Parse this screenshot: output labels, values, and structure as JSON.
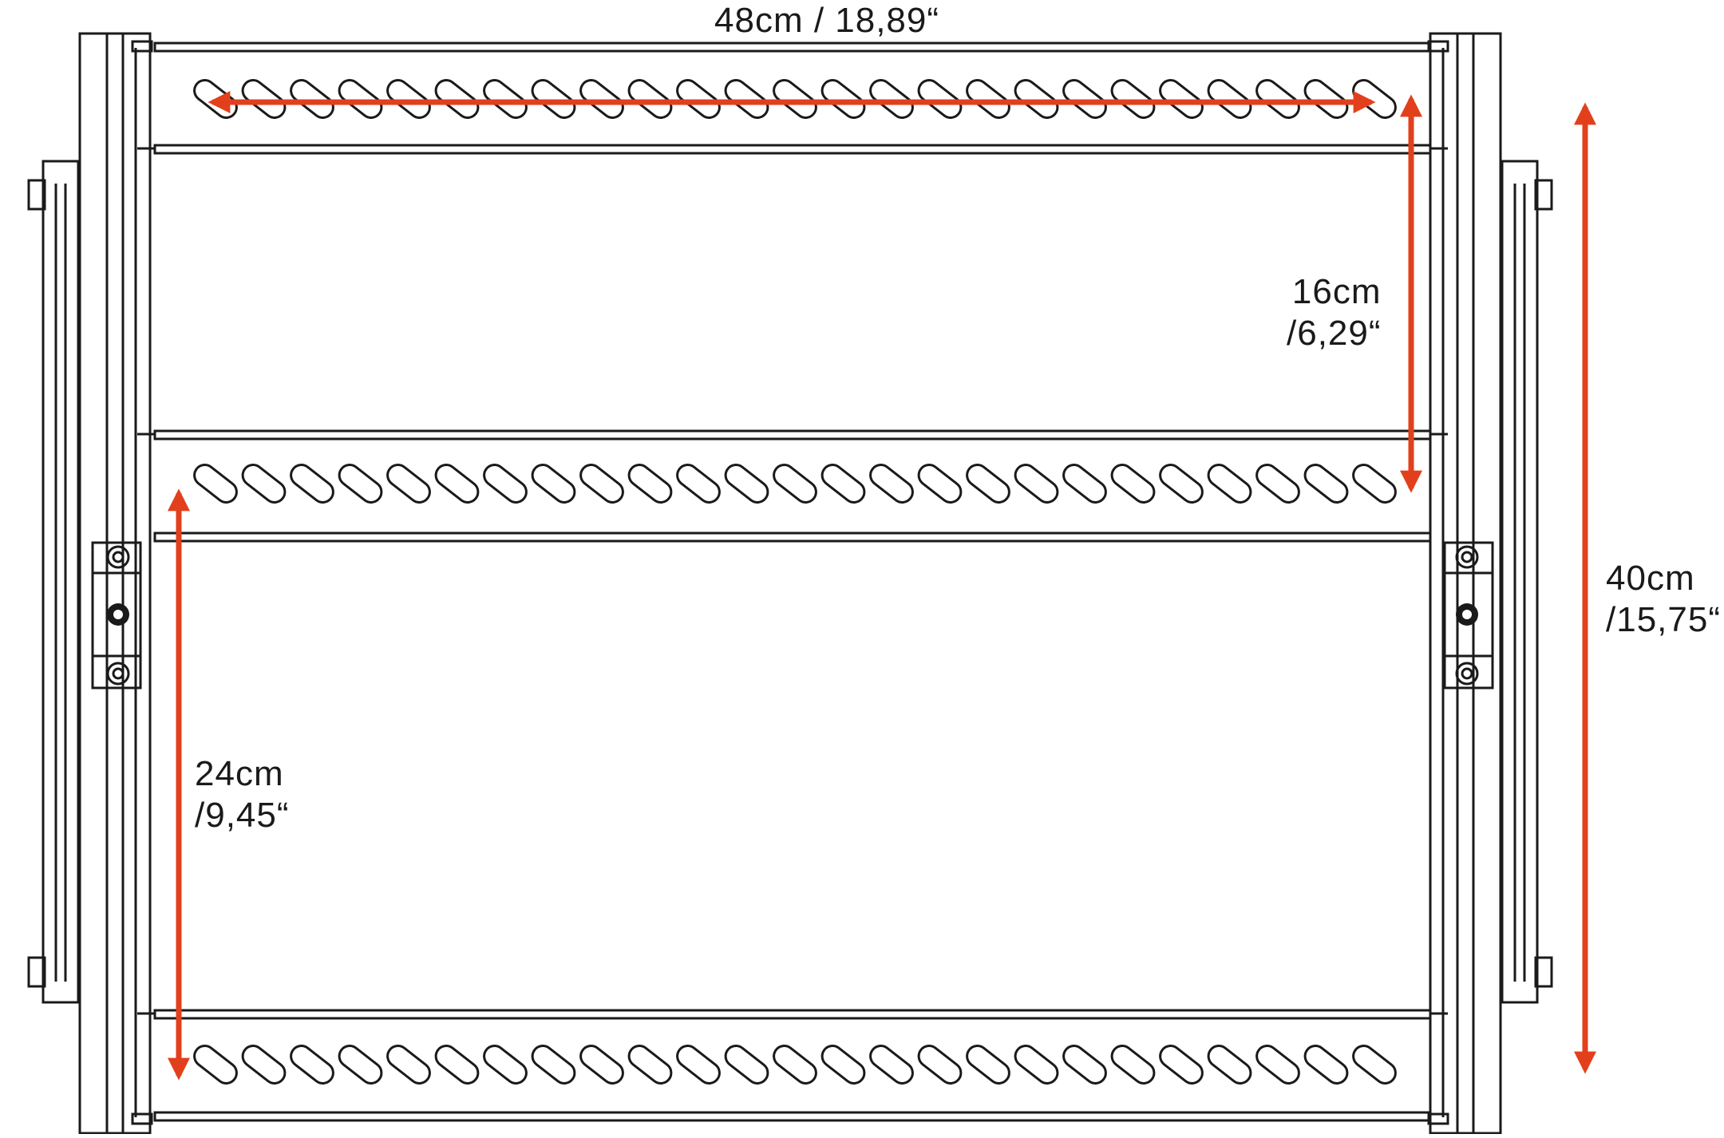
{
  "diagram": {
    "colors": {
      "stroke": "#1a1a1a",
      "arrow": "#e2401c",
      "background": "#ffffff"
    },
    "slot_rows": [
      {
        "name": "top",
        "slot_count": 25
      },
      {
        "name": "middle",
        "slot_count": 25
      },
      {
        "name": "bottom",
        "slot_count": 25
      }
    ],
    "dimensions": {
      "width": {
        "line1": "48cm / 18,89“"
      },
      "top_spacing": {
        "line1": "16cm",
        "line2": "/6,29“"
      },
      "bottom_spacing": {
        "line1": "24cm",
        "line2": "/9,45“"
      },
      "height": {
        "line1": "40cm",
        "line2": "/15,75“"
      }
    }
  }
}
